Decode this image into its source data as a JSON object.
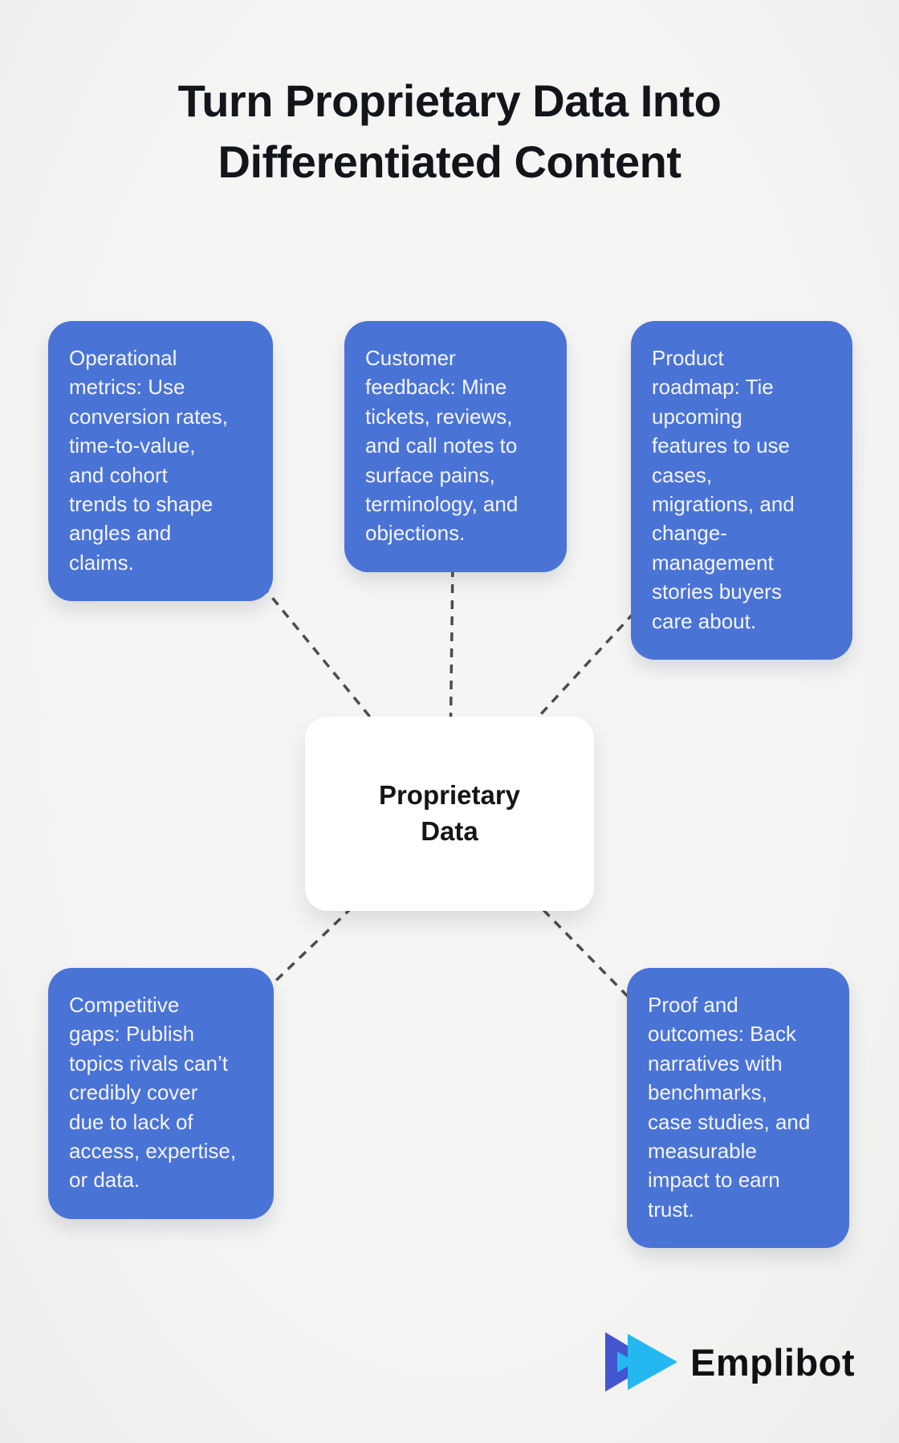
{
  "title": "Turn Proprietary Data Into\nDifferentiated Content",
  "center_node": {
    "label": "Proprietary\nData"
  },
  "boxes": [
    {
      "id": "operational-metrics",
      "text": "Operational\nmetrics: Use\nconversion rates,\ntime-to-value,\nand cohort\ntrends to shape\nangles and\nclaims."
    },
    {
      "id": "customer-feedback",
      "text": "Customer\nfeedback: Mine\ntickets, reviews,\nand call notes to\nsurface pains,\nterminology, and\nobjections."
    },
    {
      "id": "product-roadmap",
      "text": "Product\nroadmap: Tie\nupcoming\nfeatures to use\ncases,\nmigrations, and\nchange-\nmanagement\nstories buyers\ncare about."
    },
    {
      "id": "competitive-gaps",
      "text": "Competitive\ngaps: Publish\ntopics rivals can’t\ncredibly cover\ndue to lack of\naccess, expertise,\nor data."
    },
    {
      "id": "proof-and-outcomes",
      "text": "Proof and\noutcomes: Back\nnarratives with\nbenchmarks,\ncase studies, and\nmeasurable\nimpact to earn\ntrust."
    }
  ],
  "logo": {
    "wordmark": "Emplibot",
    "icon": "play-triangles-icon"
  },
  "colors": {
    "background": "#f2f2f1",
    "box_blue": "#4a73d6",
    "box_text": "#f4f6fa",
    "title_text": "#12151a",
    "center_box": "#ffffff",
    "connector_gray": "#4d4d4d",
    "logo_indigo": "#4355cf",
    "logo_cyan": "#25b7f0"
  }
}
